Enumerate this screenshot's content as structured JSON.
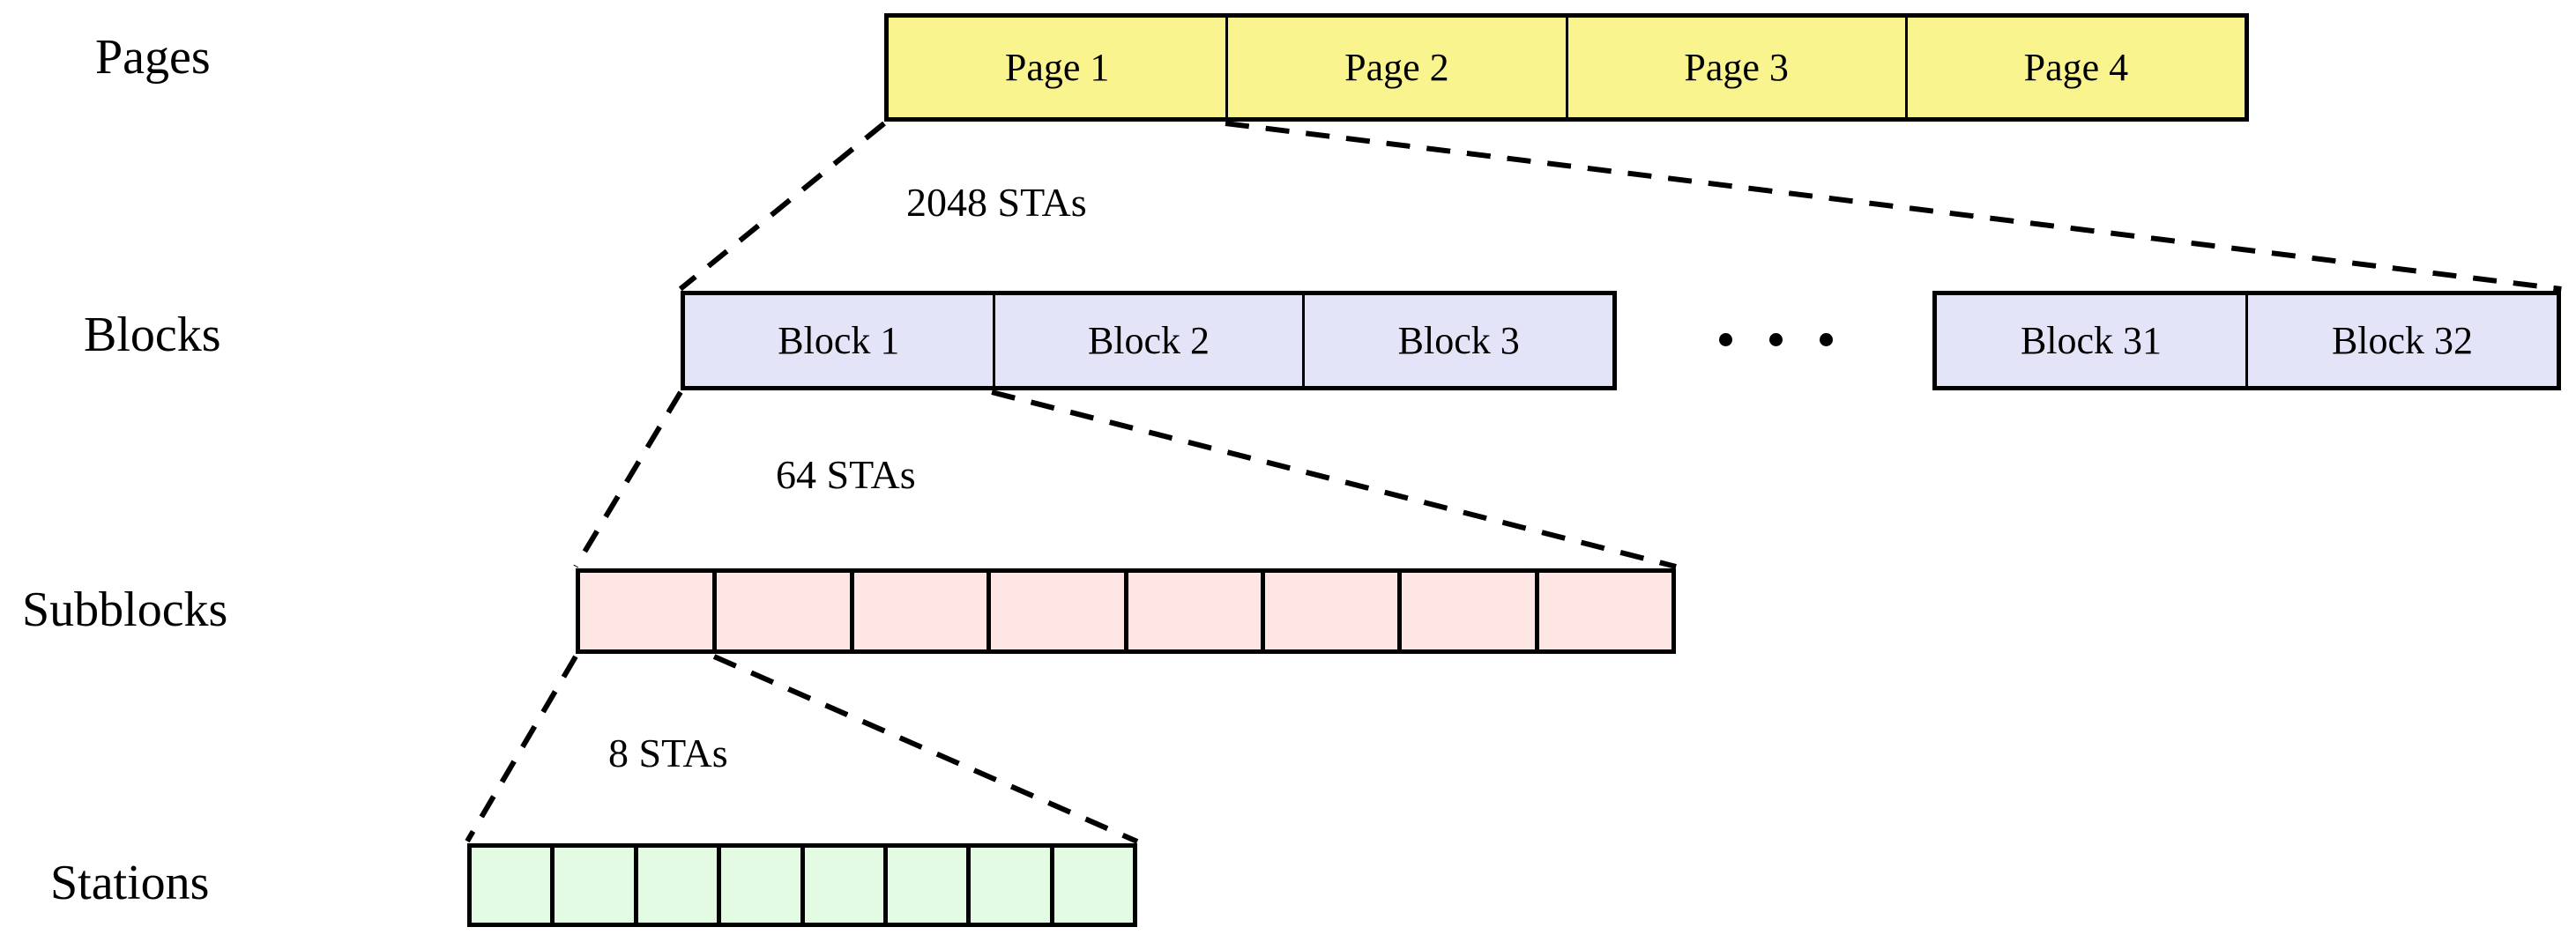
{
  "row_labels": {
    "pages": "Pages",
    "blocks": "Blocks",
    "subblocks": "Subblocks",
    "stations": "Stations"
  },
  "pages": {
    "cells": [
      "Page 1",
      "Page 2",
      "Page 3",
      "Page 4"
    ]
  },
  "blocks": {
    "left_cells": [
      "Block 1",
      "Block 2",
      "Block 3"
    ],
    "right_cells": [
      "Block 31",
      "Block 32"
    ],
    "ellipsis_dot_count": 3
  },
  "subblocks": {
    "cell_count": 8
  },
  "stations": {
    "cell_count": 8
  },
  "annotations": {
    "pages_to_blocks": "2048 STAs",
    "blocks_to_subblocks": "64 STAs",
    "subblocks_to_stations": "8 STAs"
  },
  "colors": {
    "page_fill": "#FAF48F",
    "block_fill": "#E4E4F8",
    "subblock_fill": "#FDE6E4",
    "station_fill": "#E4FBE3",
    "line": "#000000"
  }
}
